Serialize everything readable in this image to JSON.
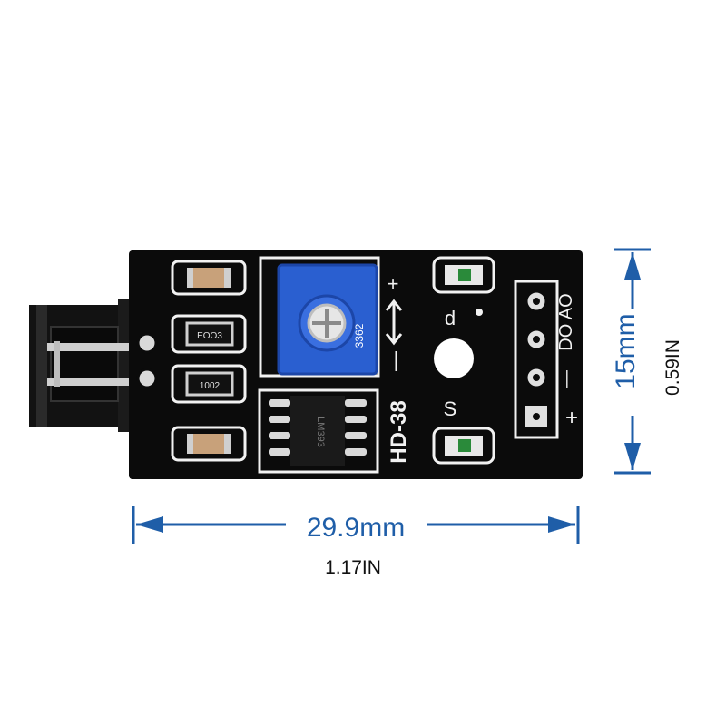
{
  "colors": {
    "pcb": "#0b0b0b",
    "silkscreen": "#f2f2f2",
    "dimension": "#1f5ea8",
    "potentiometer": "#2a5fd0",
    "pad": "#d9d9d9"
  },
  "dimensions": {
    "width_mm": "29.9mm",
    "width_in": "1.17IN",
    "height_mm": "15mm",
    "height_in": "0.59IN"
  },
  "board": {
    "model": "HD-38",
    "label_d": "d",
    "label_s": "S",
    "plus_top": "+",
    "minus_top": "—",
    "pins": "DO AO",
    "pin_minus": "—",
    "pin_plus": "+",
    "resistor_1": "ЕОО3",
    "resistor_2": "1002",
    "chip_text": "LM393",
    "pot_text": "3362"
  },
  "icons": [
    "arrow-left-icon",
    "arrow-right-icon",
    "arrow-up-icon",
    "arrow-down-icon",
    "double-arrow-icon"
  ]
}
